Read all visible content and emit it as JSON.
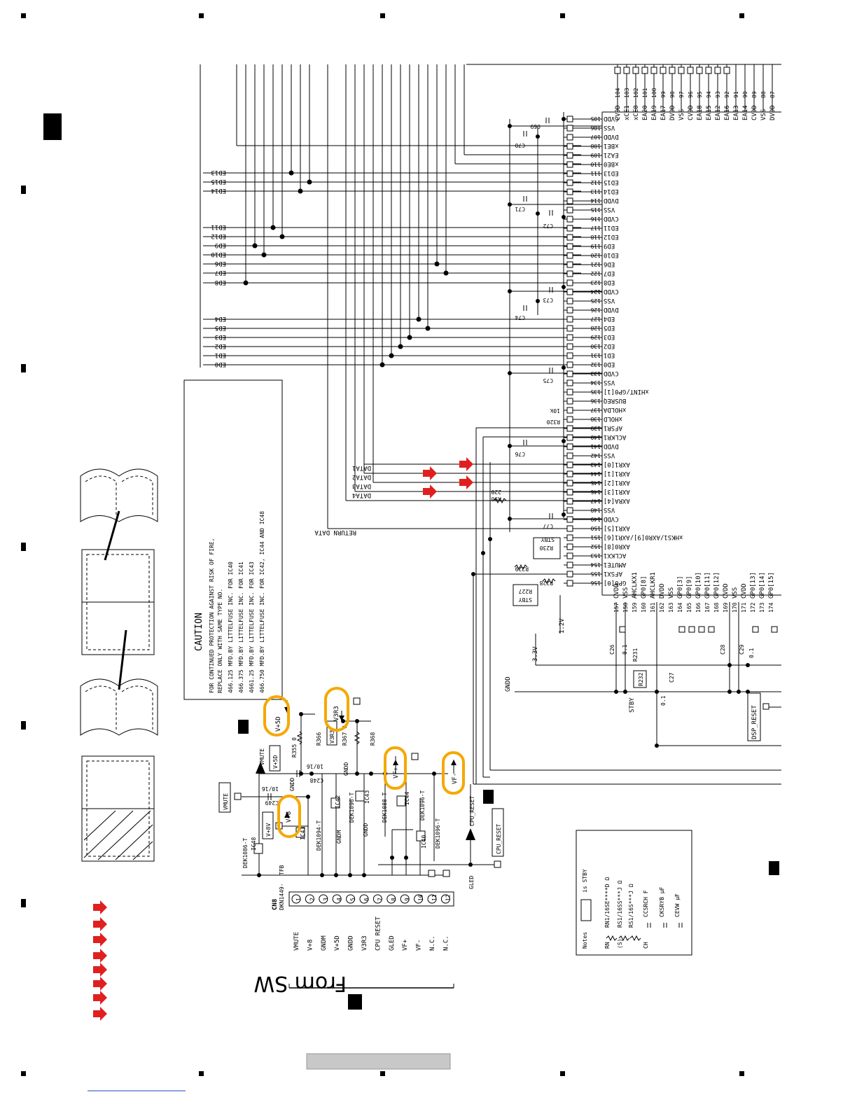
{
  "caution": {
    "title": "CAUTION",
    "line1": "FOR CONTINUED PROTECTION AGAINST RISK OF FIRE,",
    "line2": "REPLACE ONLY WITH SAME TYPE NO.",
    "line3": "466.125  MFD.BY LITTELFUSE INC. FOR IC40",
    "line4": "466.375  MFD.BY LITTELFUSE INC. FOR IC41",
    "line5": "4661.25  MFD.BY LITTELFUSE INC. FOR IC43",
    "line6": "466.750  MFD.BY LITTELFUSE INC. FOR IC42, IC44 AND IC48"
  },
  "connector": {
    "ref": "CN8",
    "part": "DKN1449-",
    "part_suffix": "TFB",
    "source_label": "From SW",
    "pins": [
      "VMUTE",
      "V+8",
      "GNDM",
      "V+5D",
      "GNDD",
      "V3R3",
      "CPU RESET",
      "GLED",
      "VF+",
      "VF-",
      "N.C.",
      "N.C."
    ],
    "pin_numbers": [
      "1",
      "2",
      "3",
      "4",
      "5",
      "6",
      "7",
      "8",
      "9",
      "10",
      "11",
      "12"
    ]
  },
  "power_labels": {
    "v5d": "V+5D",
    "v3r3": "V3R3",
    "vfplus": "VF+",
    "vfminus": "VF-",
    "v8": "V+8",
    "vmute": "VMUTE",
    "v8v": "V+8V",
    "cpu_reset": "CPU_RESET",
    "dsp_reset": "DSP_RESET",
    "gndd": "GNDD",
    "stby": "STBY",
    "v12": "1.2V",
    "v33": "3.3V"
  },
  "components": {
    "r355": "R355 0",
    "r366": "R366",
    "r367": "R367 0",
    "r368": "R368",
    "c248": "C248",
    "c249": "C249",
    "cap_val": "10/16",
    "ic40": "IC40",
    "ic41": "IC41",
    "ic42": "IC42",
    "ic43": "IC43",
    "ic44": "IC44",
    "ic48": "IC48",
    "dek1086": "DEK1086-T",
    "dek1094": "DEK1094-T",
    "dek1088": "DEK1088-T",
    "dek1096": "DEK1096-T",
    "r90": "R90",
    "r90v": "220",
    "r229": "R229",
    "r228": "R228",
    "r230": "R230",
    "r227": "R227",
    "r231": "R231",
    "r232": "R232",
    "c26": "C26",
    "c27": "C27",
    "c28": "C28",
    "c29": "C29",
    "c01": "0.1",
    "r320": "R320",
    "r320v": "10k"
  },
  "bus_left_labels": [
    "ED13",
    "ED15",
    "ED14",
    "ED11",
    "ED12",
    "ED9",
    "ED10",
    "ED6",
    "ED7",
    "ED8",
    "ED4",
    "ED5",
    "ED3",
    "ED2",
    "ED1",
    "ED0"
  ],
  "data_lines": [
    "DATA1",
    "DATA2",
    "DATA3",
    "DATA4",
    "RETURN DATA"
  ],
  "right_pins": [
    {
      "n": "105",
      "s": "CVDD"
    },
    {
      "n": "106",
      "s": "VSS"
    },
    {
      "n": "107",
      "s": "DVDD"
    },
    {
      "n": "108",
      "s": "xBE1"
    },
    {
      "n": "109",
      "s": "EA21"
    },
    {
      "n": "110",
      "s": "xBE0"
    },
    {
      "n": "111",
      "s": "ED13"
    },
    {
      "n": "112",
      "s": "ED15"
    },
    {
      "n": "113",
      "s": "ED14"
    },
    {
      "n": "114",
      "s": "DVDD"
    },
    {
      "n": "115",
      "s": "VSS"
    },
    {
      "n": "116",
      "s": "CVDD"
    },
    {
      "n": "117",
      "s": "ED11"
    },
    {
      "n": "118",
      "s": "ED12"
    },
    {
      "n": "119",
      "s": "ED9"
    },
    {
      "n": "120",
      "s": "ED10"
    },
    {
      "n": "121",
      "s": "ED6"
    },
    {
      "n": "122",
      "s": "ED7"
    },
    {
      "n": "123",
      "s": "ED8"
    },
    {
      "n": "124",
      "s": "CVDD"
    },
    {
      "n": "125",
      "s": "VSS"
    },
    {
      "n": "126",
      "s": "DVDD"
    },
    {
      "n": "127",
      "s": "ED4"
    },
    {
      "n": "128",
      "s": "ED5"
    },
    {
      "n": "129",
      "s": "ED3"
    },
    {
      "n": "130",
      "s": "ED2"
    },
    {
      "n": "131",
      "s": "ED1"
    },
    {
      "n": "132",
      "s": "ED0"
    },
    {
      "n": "133",
      "s": "CVDD"
    },
    {
      "n": "134",
      "s": "VSS"
    },
    {
      "n": "135",
      "s": "xHINT/GP0[1]"
    },
    {
      "n": "136",
      "s": "BUSREQ"
    },
    {
      "n": "137",
      "s": "xHOLDA"
    },
    {
      "n": "138",
      "s": "xHOLD"
    },
    {
      "n": "139",
      "s": "AFSR1"
    },
    {
      "n": "140",
      "s": "ACLKR1"
    },
    {
      "n": "141",
      "s": "DVDD"
    },
    {
      "n": "142",
      "s": "VSS"
    },
    {
      "n": "143",
      "s": "AXR1[0]"
    },
    {
      "n": "144",
      "s": "AXR1[1]"
    },
    {
      "n": "145",
      "s": "AXR1[2]"
    },
    {
      "n": "146",
      "s": "AXR1[3]"
    },
    {
      "n": "147",
      "s": "AXRA[4]"
    },
    {
      "n": "148",
      "s": "VSS"
    },
    {
      "n": "149",
      "s": "CVDD"
    },
    {
      "n": "150",
      "s": "AXR1[5]"
    },
    {
      "n": "151",
      "s": "xHKS1/AXR0[9]/AXR1[6]"
    },
    {
      "n": "152",
      "s": "AXR0[8]"
    },
    {
      "n": "153",
      "s": "ACLKX1"
    },
    {
      "n": "154",
      "s": "AMUTE1"
    },
    {
      "n": "155",
      "s": "AFSX1"
    },
    {
      "n": "156",
      "s": "GP0[0]"
    }
  ],
  "top_pins": [
    {
      "n": "104",
      "s": "CVDD"
    },
    {
      "n": "103",
      "s": "xCE1"
    },
    {
      "n": "102",
      "s": "xCE0"
    },
    {
      "n": "101",
      "s": "EA20"
    },
    {
      "n": "100",
      "s": "EA19"
    },
    {
      "n": "99",
      "s": "EA17"
    },
    {
      "n": "98",
      "s": "DVDD"
    },
    {
      "n": "97",
      "s": "VSS"
    },
    {
      "n": "96",
      "s": "CVDD"
    },
    {
      "n": "95",
      "s": "EA18"
    },
    {
      "n": "94",
      "s": "EA15"
    },
    {
      "n": "93",
      "s": "EA12"
    },
    {
      "n": "92",
      "s": "EA16"
    },
    {
      "n": "91",
      "s": "EA13"
    },
    {
      "n": "90",
      "s": "EA14"
    },
    {
      "n": "89",
      "s": "CVDD"
    },
    {
      "n": "88",
      "s": "VSS"
    },
    {
      "n": "87",
      "s": "DVDD"
    }
  ],
  "bottom_pins": [
    {
      "n": "157",
      "s": "CVDD"
    },
    {
      "n": "158",
      "s": "VSS"
    },
    {
      "n": "159",
      "s": "AHCLKX1"
    },
    {
      "n": "160",
      "s": "GP0[8]"
    },
    {
      "n": "161",
      "s": "AHCLKR1"
    },
    {
      "n": "162",
      "s": "DVDD"
    },
    {
      "n": "163",
      "s": "VSS"
    },
    {
      "n": "164",
      "s": "GP0[3]"
    },
    {
      "n": "165",
      "s": "GP0[9]"
    },
    {
      "n": "166",
      "s": "GP0[10]"
    },
    {
      "n": "167",
      "s": "GP0[11]"
    },
    {
      "n": "168",
      "s": "GP0[12]"
    },
    {
      "n": "169",
      "s": "CVDD"
    },
    {
      "n": "170",
      "s": "VSS"
    },
    {
      "n": "171",
      "s": "CVDD"
    },
    {
      "n": "172",
      "s": "GP0[13]"
    },
    {
      "n": "173",
      "s": "GP0[14]"
    },
    {
      "n": "174",
      "s": "GP0[15]"
    }
  ],
  "notes": {
    "title": "Notes",
    "stby_is": "is STBY",
    "rn": "RN1/16SE****D  Ω",
    "s": "RS1/16SS***J  Ω",
    "r": "RS1/16S***J  Ω",
    "ch": "CCSRCH  F",
    "ck": "CKSRYB  μF",
    "ce": "CEVW  μF",
    "rn_tag": "RN",
    "s_tag": "(S)",
    "ch_tag": "CH"
  },
  "colors": {
    "highlight": "#f5a800",
    "arrow": "#e02020",
    "ink": "#000000",
    "footer_bar": "#c8c8c8"
  }
}
